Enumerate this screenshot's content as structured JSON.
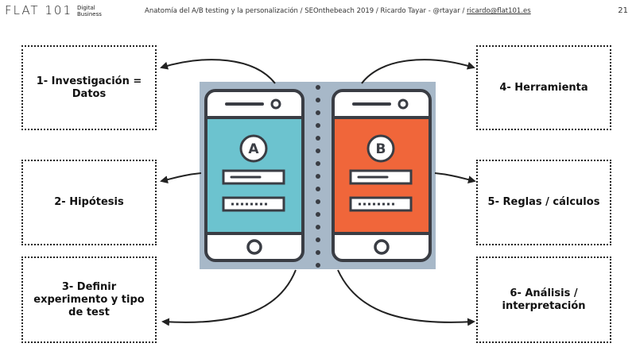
{
  "logo": {
    "main": "FLAT 101",
    "sub_line1": "Digital",
    "sub_line2": "Business"
  },
  "header": {
    "text": "Anatomía del A/B testing y la personalización / SEOnthebeach 2019 / Ricardo Tayar - @rtayar / ",
    "email": "ricardo@flat101.es"
  },
  "page_number": "21",
  "steps": [
    {
      "label": "1- Investigación = Datos"
    },
    {
      "label": "2- Hipótesis"
    },
    {
      "label": "3- Definir experimento y tipo de test"
    },
    {
      "label": "4- Herramienta"
    },
    {
      "label": "5- Reglas / cálculos"
    },
    {
      "label": "6- Análisis / interpretación"
    }
  ],
  "variants": {
    "a": "A",
    "b": "B"
  },
  "colors": {
    "panel": "#a7b8c8",
    "phone_a_screen": "#6cc3cf",
    "phone_b_screen": "#f0663a",
    "outline": "#3a3d44"
  }
}
